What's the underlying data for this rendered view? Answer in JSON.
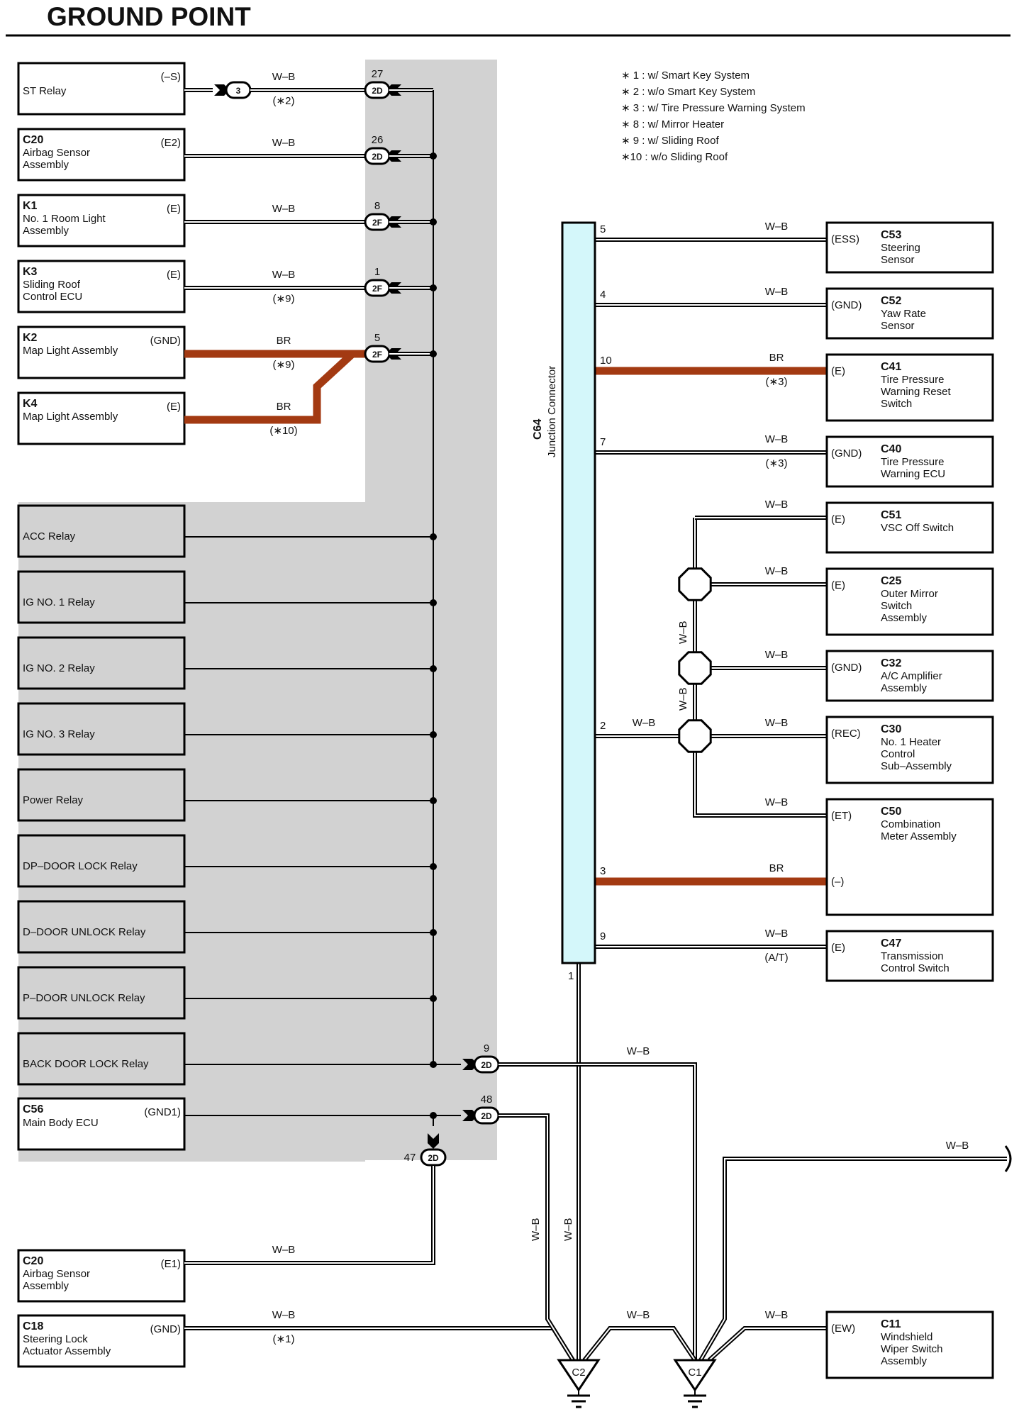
{
  "page": {
    "title": "GROUND POINT"
  },
  "notes": [
    "∗ 1 : w/ Smart Key System",
    "∗ 2 : w/o Smart Key System",
    "∗ 3 : w/ Tire Pressure Warning System",
    "∗ 8 : w/ Mirror Heater",
    "∗ 9 : w/ Sliding Roof",
    "∗10 : w/o Sliding Roof"
  ],
  "junction_connector": {
    "code": "C64",
    "name": "Junction Connector",
    "bottom_pin": "1"
  },
  "colors": {
    "wb_wire": "#000000",
    "br_wire": "#a33a12",
    "shade": "#d2d2d2",
    "jc_fill": "#d4f7fa"
  },
  "left_components": [
    {
      "code": "",
      "name": "ST Relay",
      "pin": "(–S)",
      "wire": "W–B",
      "cond": "(∗2)",
      "conn": "2D",
      "conn_pin": "27",
      "in_conn": "3"
    },
    {
      "code": "C20",
      "name": "Airbag Sensor\nAssembly",
      "pin": "(E2)",
      "wire": "W–B",
      "cond": "",
      "conn": "2D",
      "conn_pin": "26"
    },
    {
      "code": "K1",
      "name": "No.  1 Room Light\nAssembly",
      "pin": "(E)",
      "wire": "W–B",
      "cond": "",
      "conn": "2F",
      "conn_pin": "8"
    },
    {
      "code": "K3",
      "name": "Sliding Roof\nControl ECU",
      "pin": "(E)",
      "wire": "W–B",
      "cond": "(∗9)",
      "conn": "2F",
      "conn_pin": "1"
    },
    {
      "code": "K2",
      "name": "Map Light Assembly",
      "pin": "(GND)",
      "wire": "BR",
      "cond": "(∗9)",
      "conn": "2F",
      "conn_pin": "5"
    },
    {
      "code": "K4",
      "name": "Map Light Assembly",
      "pin": "(E)",
      "wire": "BR",
      "cond": "(∗10)"
    }
  ],
  "relays": [
    "ACC Relay",
    "IG NO. 1 Relay",
    "IG NO. 2 Relay",
    "IG NO. 3 Relay",
    "Power Relay",
    "DP–DOOR LOCK Relay",
    "D–DOOR UNLOCK Relay",
    "P–DOOR UNLOCK Relay",
    "BACK DOOR LOCK Relay"
  ],
  "main_body": {
    "code": "C56",
    "name": "Main Body ECU",
    "pin": "(GND1)"
  },
  "lower_left": [
    {
      "code": "C20",
      "name": "Airbag Sensor\nAssembly",
      "pin": "(E1)",
      "wire": "W–B",
      "cond": ""
    },
    {
      "code": "C18",
      "name": "Steering Lock\nActuator Assembly",
      "pin": "(GND)",
      "wire": "W–B",
      "cond": "(∗1)"
    }
  ],
  "lower_connectors": [
    {
      "conn": "2D",
      "pin": "9",
      "wire": "W–B"
    },
    {
      "conn": "2D",
      "pin": "48"
    },
    {
      "conn": "2D",
      "pin": "47"
    }
  ],
  "right_components": [
    {
      "code": "C53",
      "name": "Steering\nSensor",
      "pin": "(ESS)",
      "jc_pin": "5",
      "wire": "W–B",
      "cond": ""
    },
    {
      "code": "C52",
      "name": "Yaw Rate\nSensor",
      "pin": "(GND)",
      "jc_pin": "4",
      "wire": "W–B",
      "cond": ""
    },
    {
      "code": "C41",
      "name": "Tire Pressure\nWarning Reset\nSwitch",
      "pin": "(E)",
      "jc_pin": "10",
      "wire": "BR",
      "cond": "(∗3)"
    },
    {
      "code": "C40",
      "name": "Tire Pressure\nWarning ECU",
      "pin": "(GND)",
      "jc_pin": "7",
      "wire": "W–B",
      "cond": "(∗3)"
    },
    {
      "code": "C51",
      "name": "VSC Off Switch",
      "pin": "(E)",
      "wire": "W–B"
    },
    {
      "code": "C25",
      "name": "Outer Mirror\nSwitch\nAssembly",
      "pin": "(E)",
      "wire": "W–B"
    },
    {
      "code": "C32",
      "name": "A/C Amplifier\nAssembly",
      "pin": "(GND)",
      "wire": "W–B"
    },
    {
      "code": "C30",
      "name": "No.  1 Heater\nControl\nSub–Assembly",
      "pin": "(REC)",
      "jc_pin": "2",
      "wire": "W–B",
      "jc_wire": "W–B"
    },
    {
      "code": "C50",
      "name": "Combination\nMeter Assembly",
      "pin": "(ET)",
      "pin2": "(–)",
      "jc_pin": "3",
      "wire": "W–B",
      "wire2": "BR"
    },
    {
      "code": "C47",
      "name": "Transmission\nControl Switch",
      "pin": "(E)",
      "jc_pin": "9",
      "wire": "W–B",
      "cond": "(A/T)"
    },
    {
      "code": "C11",
      "name": "Windshield\nWiper Switch\nAssembly",
      "pin": "(EW)",
      "wire": "W–B"
    }
  ],
  "vertical_wire_labels": [
    "W–B",
    "W–B",
    "W–B",
    "W–B"
  ],
  "bottom_wires": {
    "c2_to_c1": "W–B",
    "far_right": "W–B"
  },
  "grounds": [
    "C2",
    "C1"
  ]
}
